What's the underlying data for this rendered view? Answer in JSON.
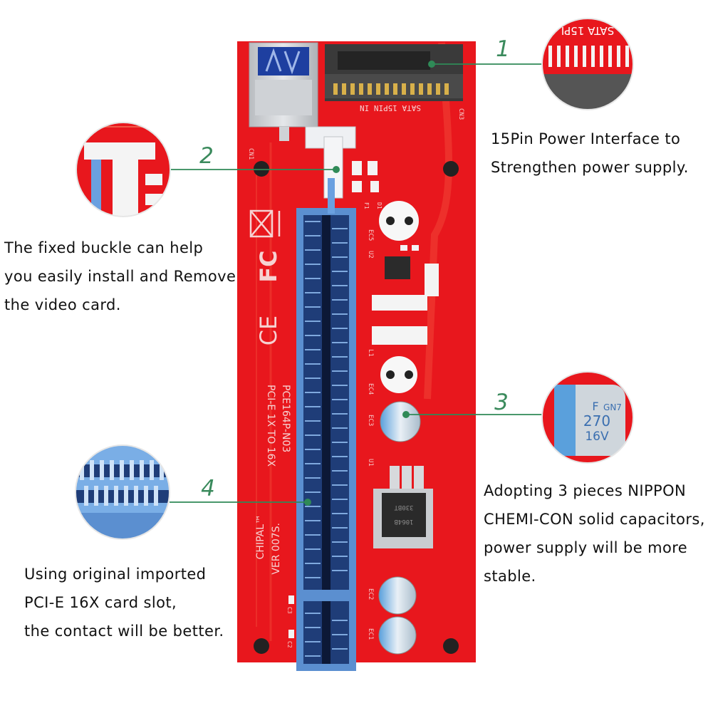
{
  "colors": {
    "board": "#e8171d",
    "slot": "#5b8fd0",
    "callout_line": "#2f8a57",
    "callout_number": "#3a8a5c",
    "text": "#111111"
  },
  "callouts": [
    {
      "number": "1",
      "lines": [
        "15Pin Power Interface to",
        "Strengthen power supply."
      ]
    },
    {
      "number": "2",
      "lines": [
        "The fixed buckle can help",
        "you easily install and Remove",
        "the video card."
      ]
    },
    {
      "number": "3",
      "lines": [
        "Adopting 3 pieces NIPPON",
        "CHEMI-CON solid capacitors,",
        "power supply will be more",
        "stable."
      ]
    },
    {
      "number": "4",
      "lines": [
        "Using original imported",
        "PCI-E 16X card slot,",
        "the contact will be better."
      ]
    }
  ],
  "board": {
    "connector_label": "SATA 15PIN IN",
    "model_line1": "PCI-E 1X TO 16X",
    "model_line2": "PCE164P-N03",
    "brand": "CHIPAL™",
    "version": "VER 007S.",
    "logo_fc": "FC",
    "logo_ce": "CE",
    "usb_label": "CN1",
    "cn3_label": "CN3",
    "ec1": "EC1",
    "ec2": "EC2",
    "ec3": "EC3",
    "ec4": "EC4",
    "ec5": "EC5",
    "l1": "L1",
    "u1": "U1",
    "u2": "U2",
    "c3": "C3",
    "c2": "C2",
    "d1": "D1",
    "f1": "F1",
    "chip_text1": "330BT",
    "chip_text2": "1064B"
  },
  "capacitor": {
    "line1": "F",
    "line2": "270",
    "line3": "16V",
    "code": "GN7"
  },
  "zoom1_label": "SATA 15PI"
}
